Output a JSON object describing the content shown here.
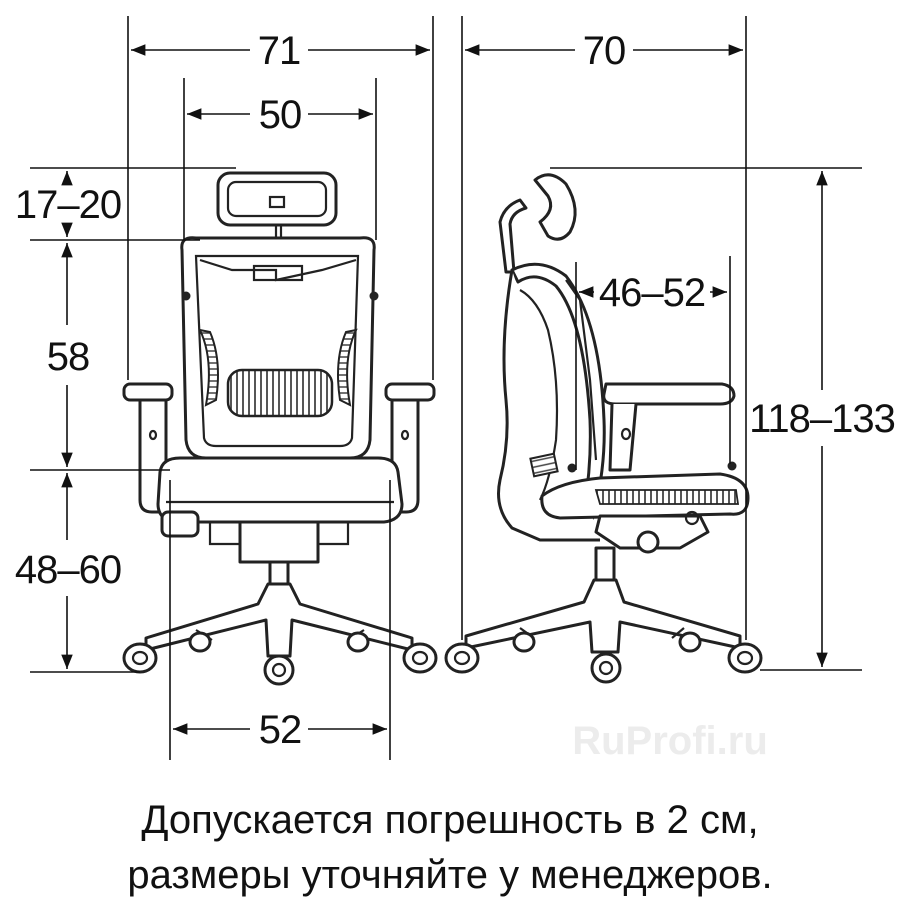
{
  "dimensions": {
    "front_width": "71",
    "back_width": "50",
    "headrest_range": "17–20",
    "back_height": "58",
    "seat_height": "48–60",
    "base_width": "52",
    "side_depth": "70",
    "seat_depth": "46–52",
    "total_height": "118–133"
  },
  "watermark": "RuProfi.ru",
  "note": {
    "line1": "Допускается погрешность в 2 см,",
    "line2": "размеры уточняйте у менеджеров."
  },
  "colors": {
    "line": "#111111",
    "watermark": "#ececec",
    "mesh": "#555555"
  }
}
